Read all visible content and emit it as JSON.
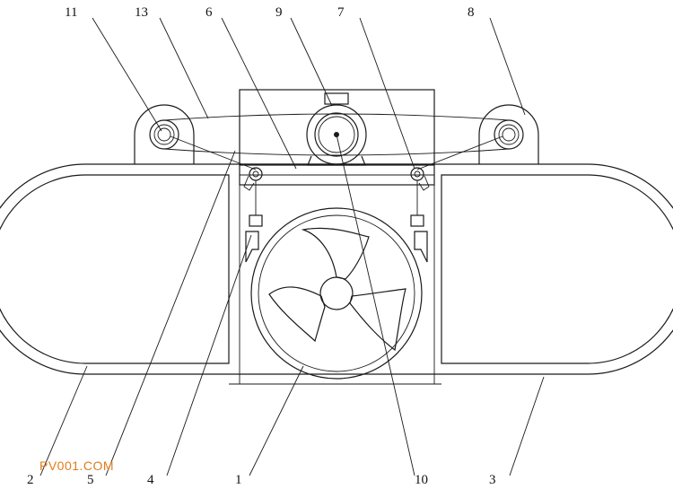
{
  "labels": {
    "n1": "1",
    "n2": "2",
    "n3": "3",
    "n4": "4",
    "n5": "5",
    "n6": "6",
    "n7": "7",
    "n8": "8",
    "n9": "9",
    "n10": "10",
    "n11": "11",
    "n13": "13"
  },
  "watermark": "PV001.COM",
  "colors": {
    "line": "#1a1a1a",
    "watermark": "#e07b1a",
    "background": "#ffffff"
  }
}
